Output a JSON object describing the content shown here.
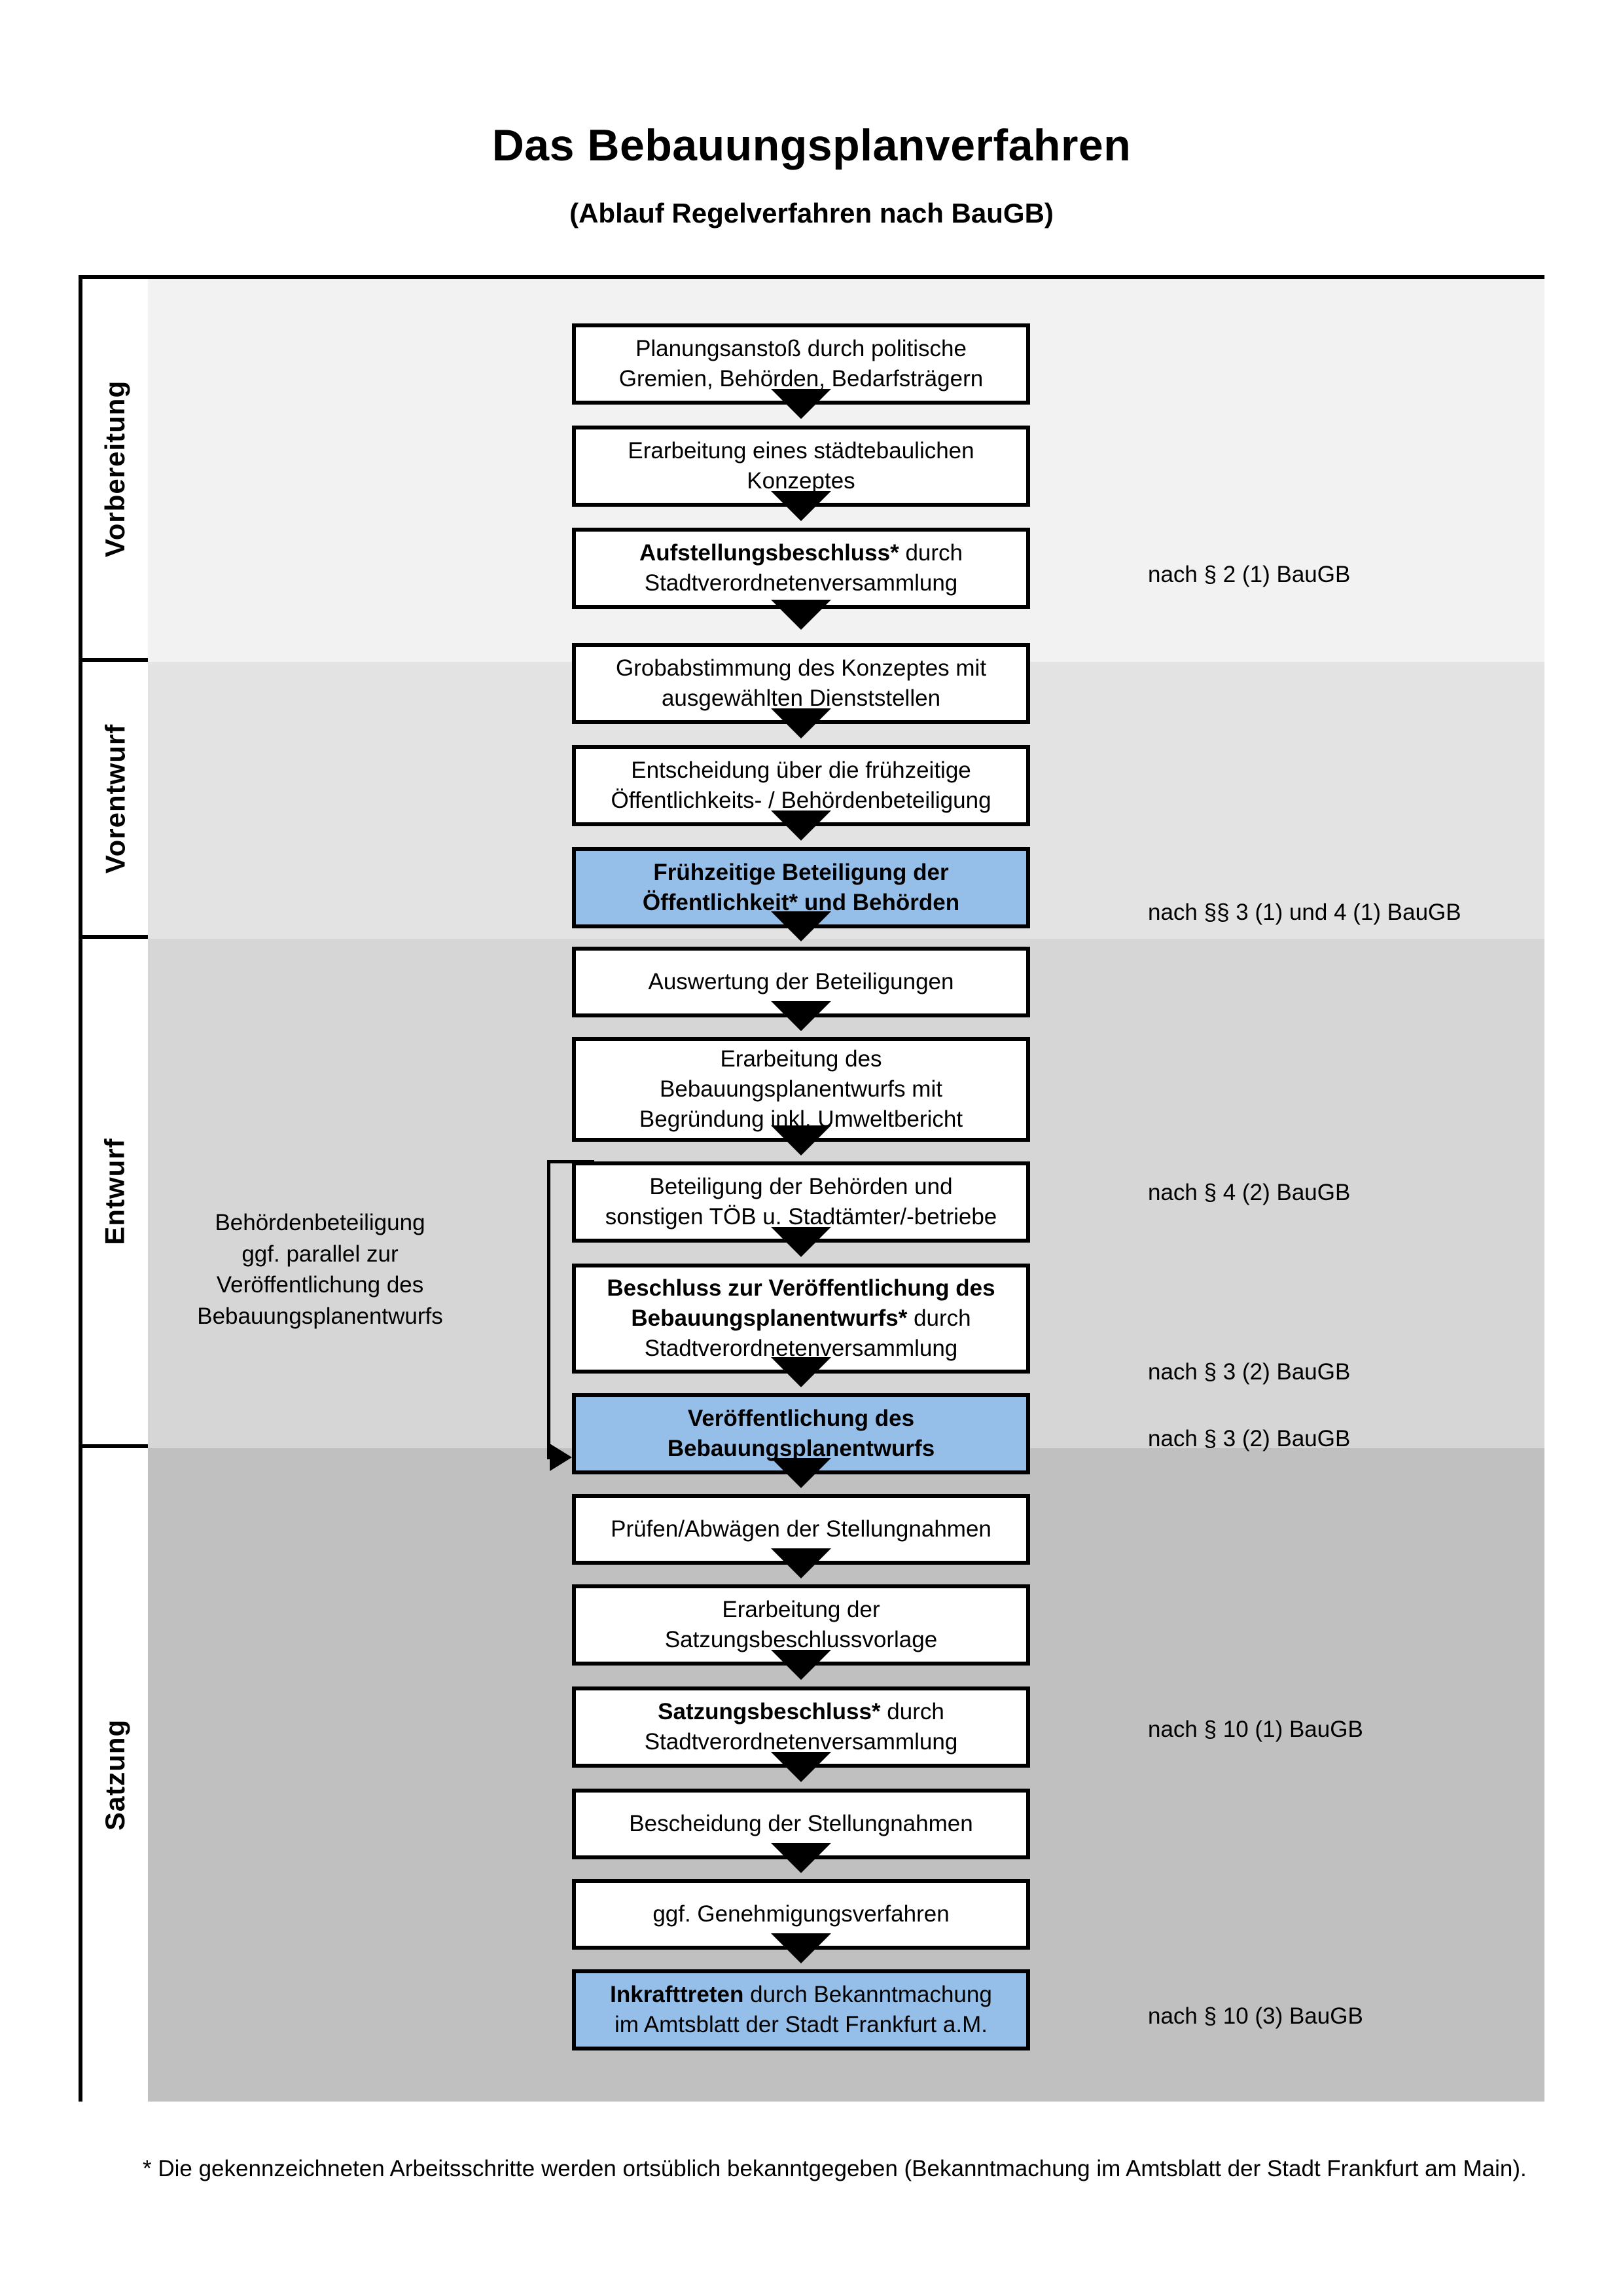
{
  "document": {
    "title": "Das Bebauungsplanverfahren",
    "subtitle": "(Ablauf Regelverfahren nach BauGB)",
    "footnote": "* Die gekennzeichneten Arbeitsschritte werden ortsüblich bekanntgegeben (Bekanntmachung im Amtsblatt  der Stadt Frankfurt am Main)."
  },
  "colors": {
    "highlight_blue": "#95BEE8",
    "band_vorbereitung": "#F2F2F2",
    "band_vorentwurf": "#E3E3E3",
    "band_entwurf": "#D6D6D6",
    "band_satzung": "#C0C0C0",
    "outline": "#000000"
  },
  "phases": [
    {
      "label": "Vorbereitung"
    },
    {
      "label": "Vorentwurf"
    },
    {
      "label": "Entwurf"
    },
    {
      "label": "Satzung"
    }
  ],
  "side_note": {
    "lines": [
      "Behördenbeteiligung",
      "ggf. parallel zur",
      "Veröffentlichung des",
      "Bebauungsplanentwurfs"
    ]
  },
  "steps": [
    {
      "id": "planungsanstoss",
      "phase": "Vorbereitung",
      "highlight": false,
      "lines": [
        [
          {
            "t": "Planungsanstoß durch politische",
            "bold": false
          }
        ],
        [
          {
            "t": "Gremien, Behörden, Bedarfsträgern",
            "bold": false
          }
        ]
      ]
    },
    {
      "id": "staedtebauliches-konzept",
      "phase": "Vorbereitung",
      "highlight": false,
      "lines": [
        [
          {
            "t": "Erarbeitung eines städtebaulichen",
            "bold": false
          }
        ],
        [
          {
            "t": "Konzeptes",
            "bold": false
          }
        ]
      ]
    },
    {
      "id": "aufstellungsbeschluss",
      "phase": "Vorbereitung",
      "highlight": false,
      "lines": [
        [
          {
            "t": "Aufstellungsbeschluss*",
            "bold": true
          },
          {
            "t": " durch",
            "bold": false
          }
        ],
        [
          {
            "t": "Stadtverordnetenversammlung",
            "bold": false
          }
        ]
      ]
    },
    {
      "id": "grobabstimmung",
      "phase": "Vorentwurf",
      "highlight": false,
      "lines": [
        [
          {
            "t": "Grobabstimmung des Konzeptes mit",
            "bold": false
          }
        ],
        [
          {
            "t": "ausgewählten Dienststellen",
            "bold": false
          }
        ]
      ]
    },
    {
      "id": "entscheidung-fruehzeitige-beteiligung",
      "phase": "Vorentwurf",
      "highlight": false,
      "lines": [
        [
          {
            "t": "Entscheidung über die frühzeitige",
            "bold": false
          }
        ],
        [
          {
            "t": "Öffentlichkeits- / Behördenbeteiligung",
            "bold": false
          }
        ]
      ]
    },
    {
      "id": "fruehzeitige-beteiligung",
      "phase": "Vorentwurf",
      "highlight": true,
      "lines": [
        [
          {
            "t": "Frühzeitige Beteiligung der",
            "bold": true
          }
        ],
        [
          {
            "t": "Öffentlichkeit* und Behörden",
            "bold": true
          }
        ]
      ]
    },
    {
      "id": "auswertung-beteiligungen",
      "phase": "Entwurf",
      "highlight": false,
      "lines": [
        [
          {
            "t": "Auswertung der Beteiligungen",
            "bold": false
          }
        ]
      ]
    },
    {
      "id": "erarbeitung-bplanentwurf",
      "phase": "Entwurf",
      "highlight": false,
      "lines": [
        [
          {
            "t": "Erarbeitung des",
            "bold": false
          }
        ],
        [
          {
            "t": "Bebauungsplanentwurfs mit",
            "bold": false
          }
        ],
        [
          {
            "t": "Begründung inkl. Umweltbericht",
            "bold": false
          }
        ]
      ]
    },
    {
      "id": "beteiligung-behoerden-toeb",
      "phase": "Entwurf",
      "highlight": false,
      "lines": [
        [
          {
            "t": "Beteiligung der Behörden und",
            "bold": false
          }
        ],
        [
          {
            "t": "sonstigen TÖB u. Stadtämter/-betriebe",
            "bold": false
          }
        ]
      ]
    },
    {
      "id": "beschluss-veroeffentlichung",
      "phase": "Entwurf",
      "highlight": false,
      "lines": [
        [
          {
            "t": "Beschluss zur Veröffentlichung des",
            "bold": true
          }
        ],
        [
          {
            "t": "Bebauungsplanentwurfs*",
            "bold": true
          },
          {
            "t": " durch",
            "bold": false
          }
        ],
        [
          {
            "t": "Stadtverordnetenversammlung",
            "bold": false
          }
        ]
      ]
    },
    {
      "id": "veroeffentlichung-bplanentwurf",
      "phase": "Entwurf",
      "highlight": true,
      "lines": [
        [
          {
            "t": "Veröffentlichung des",
            "bold": true
          }
        ],
        [
          {
            "t": "Bebauungsplanentwurfs",
            "bold": true
          }
        ]
      ]
    },
    {
      "id": "pruefen-abwaegen",
      "phase": "Satzung",
      "highlight": false,
      "lines": [
        [
          {
            "t": "Prüfen/Abwägen der Stellungnahmen",
            "bold": false
          }
        ]
      ]
    },
    {
      "id": "erarbeitung-satzungsbeschlussvorlage",
      "phase": "Satzung",
      "highlight": false,
      "lines": [
        [
          {
            "t": "Erarbeitung der",
            "bold": false
          }
        ],
        [
          {
            "t": "Satzungsbeschlussvorlage",
            "bold": false
          }
        ]
      ]
    },
    {
      "id": "satzungsbeschluss",
      "phase": "Satzung",
      "highlight": false,
      "lines": [
        [
          {
            "t": "Satzungsbeschluss*",
            "bold": true
          },
          {
            "t": " durch",
            "bold": false
          }
        ],
        [
          {
            "t": "Stadtverordnetenversammlung",
            "bold": false
          }
        ]
      ]
    },
    {
      "id": "bescheidung-stellungnahmen",
      "phase": "Satzung",
      "highlight": false,
      "lines": [
        [
          {
            "t": "Bescheidung der Stellungnahmen",
            "bold": false
          }
        ]
      ]
    },
    {
      "id": "genehmigungsverfahren",
      "phase": "Satzung",
      "highlight": false,
      "lines": [
        [
          {
            "t": "ggf. Genehmigungsverfahren",
            "bold": false
          }
        ]
      ]
    },
    {
      "id": "inkrafttreten",
      "phase": "Satzung",
      "highlight": true,
      "lines": [
        [
          {
            "t": "Inkrafttreten",
            "bold": true
          },
          {
            "t": " durch Bekanntmachung",
            "bold": false
          }
        ],
        [
          {
            "t": "im Amtsblatt der Stadt Frankfurt a.M.",
            "bold": false
          }
        ]
      ]
    }
  ],
  "legal_notes": [
    {
      "id": "note-par2-1",
      "text": "nach § 2 (1) BauGB",
      "step": "aufstellungsbeschluss"
    },
    {
      "id": "note-par3-4-1",
      "text": "nach §§ 3 (1) und 4 (1) BauGB",
      "step": "fruehzeitige-beteiligung"
    },
    {
      "id": "note-par4-2",
      "text": "nach § 4 (2) BauGB",
      "step": "beteiligung-behoerden-toeb"
    },
    {
      "id": "note-par3-2a",
      "text": "nach § 3 (2) BauGB",
      "step": "beschluss-veroeffentlichung"
    },
    {
      "id": "note-par3-2b",
      "text": "nach § 3 (2) BauGB",
      "step": "veroeffentlichung-bplanentwurf"
    },
    {
      "id": "note-par10-1",
      "text": "nach § 10 (1) BauGB",
      "step": "satzungsbeschluss"
    },
    {
      "id": "note-par10-3",
      "text": "nach § 10 (3) BauGB",
      "step": "inkrafttreten"
    }
  ]
}
